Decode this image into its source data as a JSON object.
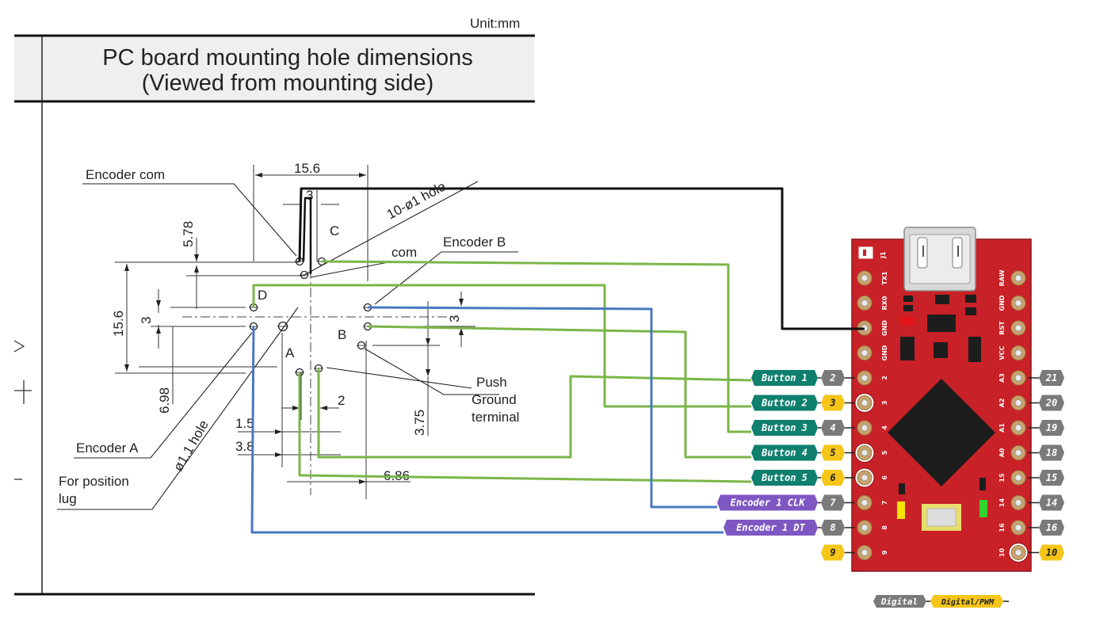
{
  "drawing": {
    "unit": "Unit:mm",
    "title_line1": "PC board mounting hole dimensions",
    "title_line2": "(Viewed from mounting side)",
    "callouts": {
      "encoder_com": "Encoder com",
      "encoder_b": "Encoder B",
      "com": "com",
      "hole_note": "10-ø1 hole",
      "push": "Push",
      "ground": "Ground",
      "terminal": "terminal",
      "encoder_a": "Encoder A",
      "lug_hole": "ø1.1 hole",
      "position_line1": "For position",
      "position_line2": "lug"
    },
    "pins": {
      "a": "A",
      "b": "B",
      "c": "C",
      "d": "D"
    },
    "dimensions": {
      "d15_6_top": "15.6",
      "d3_top": "3",
      "d5_78": "5.78",
      "d15_6_left": "15.6",
      "d3_left": "3",
      "d3_right": "3",
      "d6_98": "6.98",
      "d2": "2",
      "d1_5": "1.5",
      "d3_8": "3.8",
      "d3_75": "3.75",
      "d6_86": "6.86"
    }
  },
  "board": {
    "left_silk": [
      "TX1",
      "RX0",
      "GND",
      "GND",
      "2",
      "3",
      "4",
      "5",
      "6",
      "7",
      "8",
      "9"
    ],
    "right_silk": [
      "RAW",
      "GND",
      "RST",
      "VCC",
      "A3",
      "A2",
      "A1",
      "A0",
      "15",
      "14",
      "16",
      "10"
    ],
    "j1": "J1",
    "left_pins": [
      {
        "label": "2",
        "kind": "digital"
      },
      {
        "label": "3",
        "kind": "pwm"
      },
      {
        "label": "4",
        "kind": "digital"
      },
      {
        "label": "5",
        "kind": "pwm"
      },
      {
        "label": "6",
        "kind": "pwm"
      },
      {
        "label": "7",
        "kind": "digital"
      },
      {
        "label": "8",
        "kind": "digital"
      },
      {
        "label": "9",
        "kind": "pwm"
      }
    ],
    "right_pins": [
      {
        "label": "21",
        "kind": "digital"
      },
      {
        "label": "20",
        "kind": "digital"
      },
      {
        "label": "19",
        "kind": "digital"
      },
      {
        "label": "18",
        "kind": "digital"
      },
      {
        "label": "15",
        "kind": "digital"
      },
      {
        "label": "14",
        "kind": "digital"
      },
      {
        "label": "16",
        "kind": "digital"
      },
      {
        "label": "10",
        "kind": "pwm"
      }
    ],
    "functions": [
      {
        "label": "Button 1",
        "kind": "button"
      },
      {
        "label": "Button 2",
        "kind": "button"
      },
      {
        "label": "Button 3",
        "kind": "button"
      },
      {
        "label": "Button 4",
        "kind": "button"
      },
      {
        "label": "Button 5",
        "kind": "button"
      },
      {
        "label": "Encoder 1 CLK",
        "kind": "encoder"
      },
      {
        "label": "Encoder 1 DT",
        "kind": "encoder"
      }
    ],
    "legend": {
      "digital": "Digital",
      "pwm": "Digital/PWM"
    }
  },
  "colors": {
    "board_red": "#c82127",
    "board_dark": "#8e1418",
    "pad_gold": "#c8a16b",
    "function_teal": "#0f7f6e",
    "function_purple": "#7e57c2",
    "pin_gray": "#7a7a7a",
    "pin_yellow": "#f5c518",
    "wire_green": "#7ab648",
    "wire_blue": "#4a78c2",
    "wire_black": "#111111"
  }
}
